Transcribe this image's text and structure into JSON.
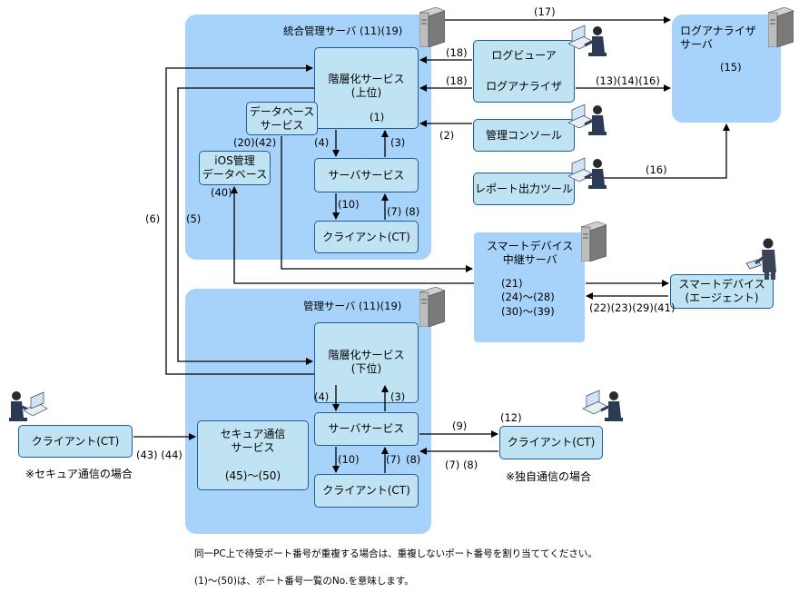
{
  "regions": {
    "integrated_server": "統合管理サーバ (11)(19)",
    "management_server": "管理サーバ (11)(19)"
  },
  "boxes": {
    "hier_upper": "階層化サービス\n(上位)",
    "hier_upper_port": "(1)",
    "database_service": "データベース\nサービス",
    "ios_db": "iOS管理\nデータベース",
    "server_service_upper": "サーバサービス",
    "client_ct_upper": "クライアント(CT)",
    "log_viewer": "ログビューア",
    "log_analyzer_tool": "ログアナライザ",
    "mgmt_console": "管理コンソール",
    "report_tool": "レポート出力ツール",
    "log_analyzer_server": "ログアナライザ\nサーバ",
    "log_analyzer_server_port": "(15)",
    "smart_relay": "スマートデバイス\n中継サーバ",
    "smart_relay_ports": [
      "(21)",
      "(24)〜(28)",
      "(30)〜(39)"
    ],
    "smart_device": "スマートデバイス\n(エージェント)",
    "hier_lower": "階層化サービス\n(下位)",
    "server_service_lower": "サーバサービス",
    "client_ct_lower": "クライアント(CT)",
    "secure_service": "セキュア通信\nサービス",
    "secure_service_port": "(45)〜(50)",
    "client_ct_left": "クライアント(CT)",
    "client_ct_right": "クライアント(CT)"
  },
  "port_labels": {
    "p17": "(17)",
    "p18a": "(18)",
    "p18b": "(18)",
    "p13_14_16": "(13)(14)(16)",
    "p2": "(2)",
    "p16": "(16)",
    "p4_upper": "(4)",
    "p3_upper": "(3)",
    "p20_42": "(20)(42)",
    "p40": "(40)",
    "p10_upper": "(10)",
    "p7_8_upper": "(7)  (8)",
    "p6": "(6)",
    "p5": "(5)",
    "p22_41": "(22)(23)(29)(41)",
    "p4_lower": "(4)",
    "p3_lower": "(3)",
    "p9": "(9)",
    "p12": "(12)",
    "p8_lower": "(8)",
    "p7_8_right": "(7)  (8)",
    "p10_lower": "(10)",
    "p7_lower": "(7)",
    "p43_44": "(43)  (44)"
  },
  "captions": {
    "secure_case": "※セキュア通信の場合",
    "custom_case": "※独自通信の場合"
  },
  "notes": {
    "line1": "同一PC上で待受ポート番号が重複する場合は、重複しないポート番号を割り当ててください。",
    "line2": "(1)〜(50)は、ポート番号一覧のNo.を意味します。"
  },
  "colors": {
    "region": "#a7d3fb",
    "box": "#bfe3f3",
    "border": "#1f5c99"
  },
  "icons": [
    "server-icon",
    "person-at-pc-icon",
    "person-with-tablet-icon"
  ]
}
